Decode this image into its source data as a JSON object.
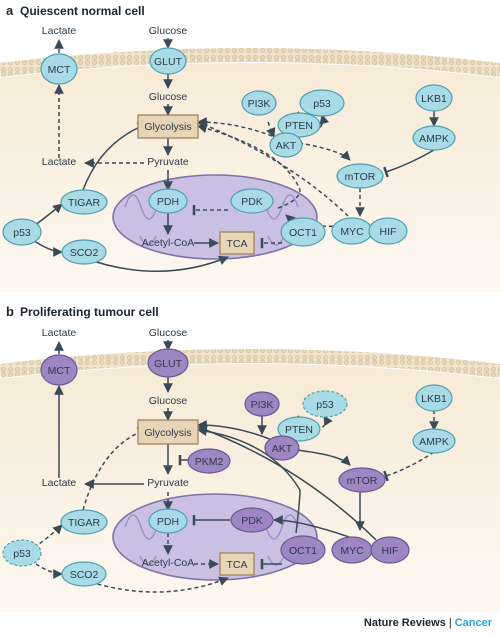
{
  "panel_a": {
    "letter": "a",
    "title": "Quiescent normal cell",
    "labels": {
      "lactate_out": "Lactate",
      "glucose_out": "Glucose",
      "mct": "MCT",
      "glut": "GLUT",
      "glucose_in": "Glucose",
      "glycolysis": "Glycolysis",
      "lactate_in": "Lactate",
      "pyruvate": "Pyruvate",
      "pi3k": "PI3K",
      "p53_top": "p53",
      "lkb1": "LKB1",
      "pten": "PTEN",
      "akt": "AKT",
      "ampk": "AMPK",
      "mtor": "mTOR",
      "tigar": "TIGAR",
      "p53_left": "p53",
      "sco2": "SCO2",
      "pdh": "PDH",
      "pdk": "PDK",
      "acetyl_coa": "Acetyl-CoA",
      "tca": "TCA",
      "oct1": "OCT1",
      "myc": "MYC",
      "hif": "HIF"
    }
  },
  "panel_b": {
    "letter": "b",
    "title": "Proliferating tumour cell",
    "labels": {
      "lactate_out": "Lactate",
      "glucose_out": "Glucose",
      "mct": "MCT",
      "glut": "GLUT",
      "glucose_in": "Glucose",
      "glycolysis": "Glycolysis",
      "pkm2": "PKM2",
      "lactate_in": "Lactate",
      "pyruvate": "Pyruvate",
      "pi3k": "PI3K",
      "p53_top": "p53",
      "lkb1": "LKB1",
      "pten": "PTEN",
      "akt": "AKT",
      "ampk": "AMPK",
      "mtor": "mTOR",
      "tigar": "TIGAR",
      "p53_left": "p53",
      "sco2": "SCO2",
      "pdh": "PDH",
      "pdk": "PDK",
      "acetyl_coa": "Acetyl-CoA",
      "tca": "TCA",
      "oct1": "OCT1",
      "myc": "MYC",
      "hif": "HIF"
    }
  },
  "footer": {
    "journal": "Nature Reviews",
    "separator": "|",
    "section": "Cancer"
  },
  "colors": {
    "cyan_node": "#a9dbe6",
    "cyan_stroke": "#4e9fb1",
    "purple_node": "#9e86c2",
    "purple_stroke": "#6b5694",
    "box_fill": "#e8d5b6",
    "box_stroke": "#9a7d55",
    "cell_fill": "#faf2e7",
    "mito_fill": "#c9c0e2",
    "arrow": "#3b4a57",
    "accent": "#2aa2d9"
  }
}
